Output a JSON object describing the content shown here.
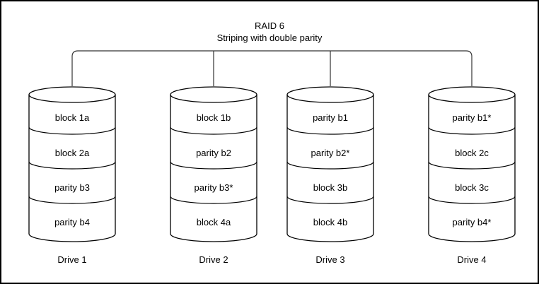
{
  "title": {
    "line1": "RAID 6",
    "line2": "Striping with double parity"
  },
  "drives": [
    {
      "name": "Drive 1",
      "blocks": [
        "block 1a",
        "block 2a",
        "parity b3",
        "parity b4"
      ]
    },
    {
      "name": "Drive 2",
      "blocks": [
        "block 1b",
        "parity b2",
        "parity b3*",
        "block 4a"
      ]
    },
    {
      "name": "Drive 3",
      "blocks": [
        "parity b1",
        "parity b2*",
        "block 3b",
        "block 4b"
      ]
    },
    {
      "name": "Drive 4",
      "blocks": [
        "parity b1*",
        "block 2c",
        "block 3c",
        "parity b4*"
      ]
    }
  ],
  "colors": {
    "background": "#ffffff",
    "border": "#000000",
    "cylinder_stroke": "#000000",
    "cylinder_fill": "#ffffff",
    "connector_stroke": "#333333",
    "text": "#000000"
  }
}
